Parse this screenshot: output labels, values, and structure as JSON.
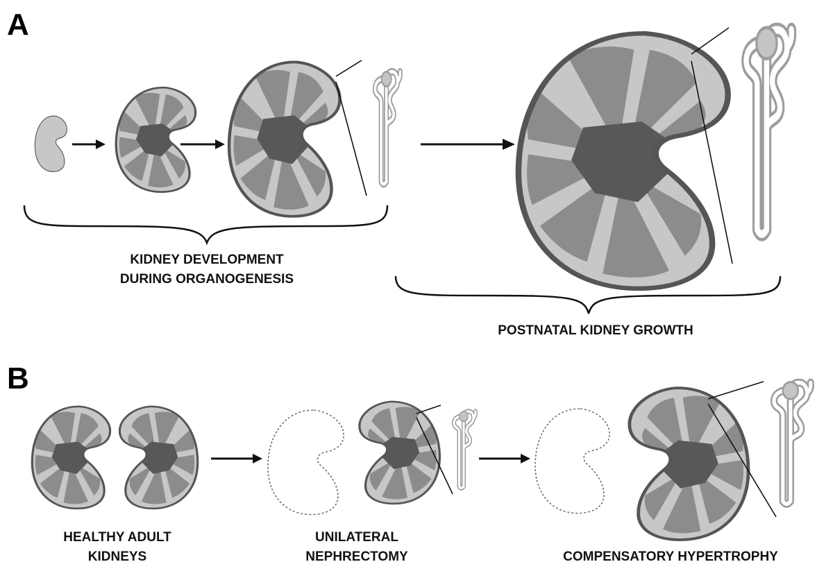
{
  "panels": {
    "a": {
      "letter": "A",
      "label_development_line1": "KIDNEY DEVELOPMENT",
      "label_development_line2": "DURING ORGANOGENESIS",
      "label_postnatal": "POSTNATAL KIDNEY GROWTH"
    },
    "b": {
      "letter": "B",
      "label_healthy_line1": "HEALTHY ADULT",
      "label_healthy_line2": "KIDNEYS",
      "label_nephrectomy_line1": "UNILATERAL",
      "label_nephrectomy_line2": "NEPHRECTOMY",
      "label_hypertrophy": "COMPENSATORY HYPERTROPHY"
    }
  },
  "colors": {
    "capsule": "#c6c7c9",
    "pyramid": "#8b8c8e",
    "pelvis": "#575859",
    "outline": "#555555",
    "ink": "#111111"
  },
  "icons": {
    "kidney": "kidney-icon",
    "nephron": "nephron-icon",
    "arrow": "arrow-right-icon",
    "brace": "curly-brace"
  }
}
